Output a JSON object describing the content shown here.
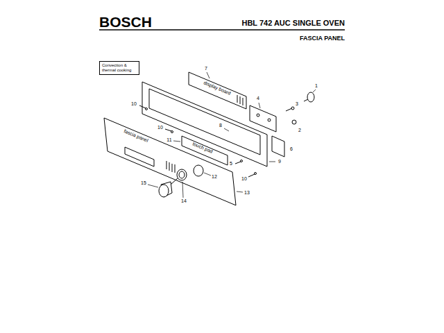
{
  "diagram": {
    "title": "HBL 742 AUC SINGLE OVEN",
    "nodes": [
      {
        "text": [
          "Convection & thermal cooking"
        ]
      }
    ],
    "labels": [
      "BOSCH",
      "FASCIA PANEL",
      "display board",
      "fascia panel",
      "touch pad",
      "1",
      "2",
      "3",
      "4",
      "5",
      "6",
      "7",
      "8",
      "9",
      "10",
      "10",
      "10",
      "11",
      "12",
      "13",
      "14",
      "15"
    ]
  }
}
